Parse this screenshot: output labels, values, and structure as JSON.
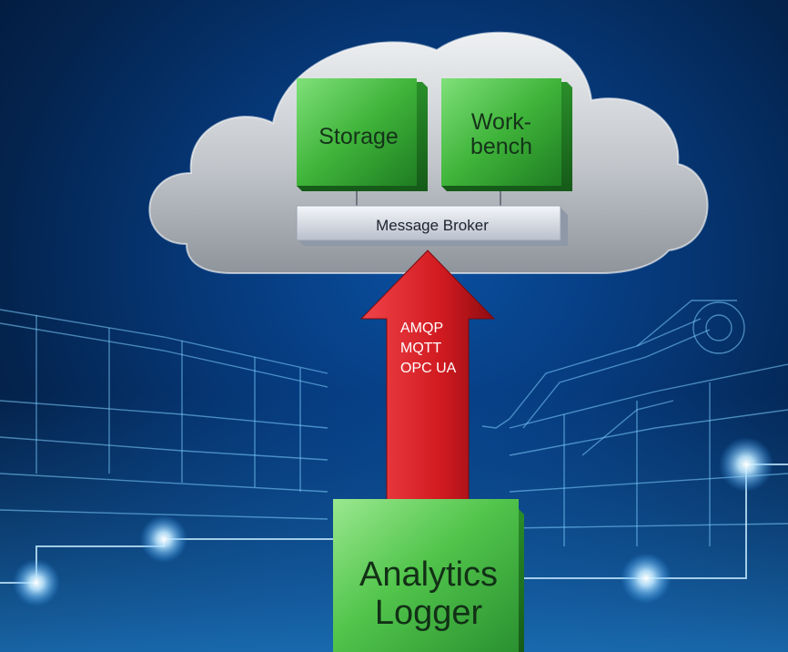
{
  "cloud": {
    "storage_label": "Storage",
    "workbench_label": "Work-\nbench",
    "broker_label": "Message Broker"
  },
  "arrow": {
    "protocols": [
      "AMQP",
      "MQTT",
      "OPC UA"
    ]
  },
  "logger": {
    "label": "Analytics\nLogger"
  },
  "colors": {
    "background": "#063a7c",
    "cloud": "#c9ccd0",
    "green_box": "#3fb43a",
    "arrow": "#d11a20",
    "broker": "#d8dde6",
    "wireframe": "#7fd0ff"
  }
}
